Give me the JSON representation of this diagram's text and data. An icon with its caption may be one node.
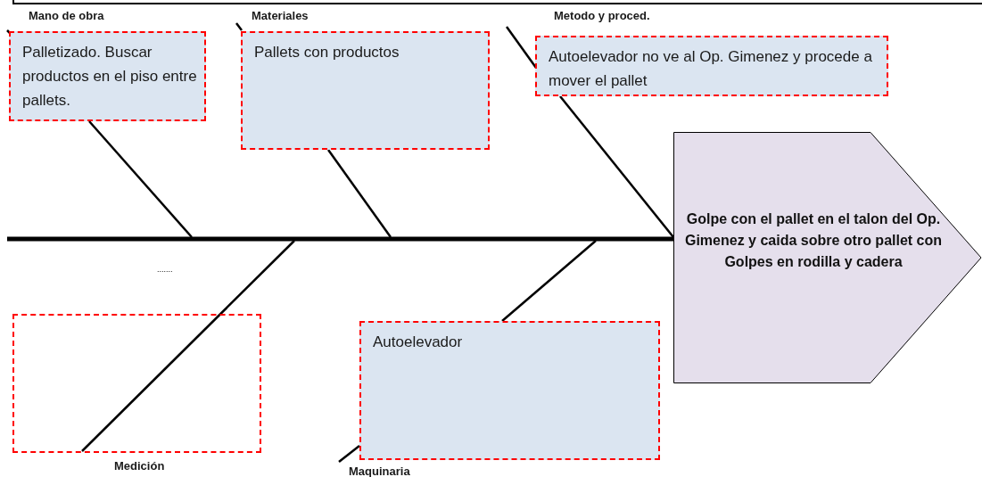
{
  "diagram": {
    "nodes": [
      {
        "text": [
          "Mano de obra",
          "Palletizado. Buscar productos en el piso entre pallets."
        ]
      },
      {
        "text": [
          "Materiales",
          "Pallets con productos"
        ]
      },
      {
        "text": [
          "Metodo y proced.",
          "Autoelevador no ve al Op. Gimenez y procede a mover el pallet"
        ]
      },
      {
        "text": [
          "Medición"
        ]
      },
      {
        "text": [
          "Autoelevador",
          "Maquinaria"
        ]
      },
      {
        "text": [
          "Golpe con el pallet en el talon del Op. Gimenez y caida sobre otro pallet con Golpes  en rodilla y cadera"
        ]
      }
    ],
    "edges": [
      {
        "from": null,
        "to": 5,
        "arrow": "none",
        "style": "thick"
      },
      {
        "from": 0,
        "to": null,
        "arrow": "none"
      },
      {
        "from": 1,
        "to": null,
        "arrow": "none"
      },
      {
        "from": 2,
        "to": 5,
        "arrow": "none"
      },
      {
        "from": 3,
        "to": null,
        "arrow": "none"
      },
      {
        "from": 4,
        "to": null,
        "arrow": "none"
      }
    ],
    "labels": [
      "......."
    ]
  }
}
